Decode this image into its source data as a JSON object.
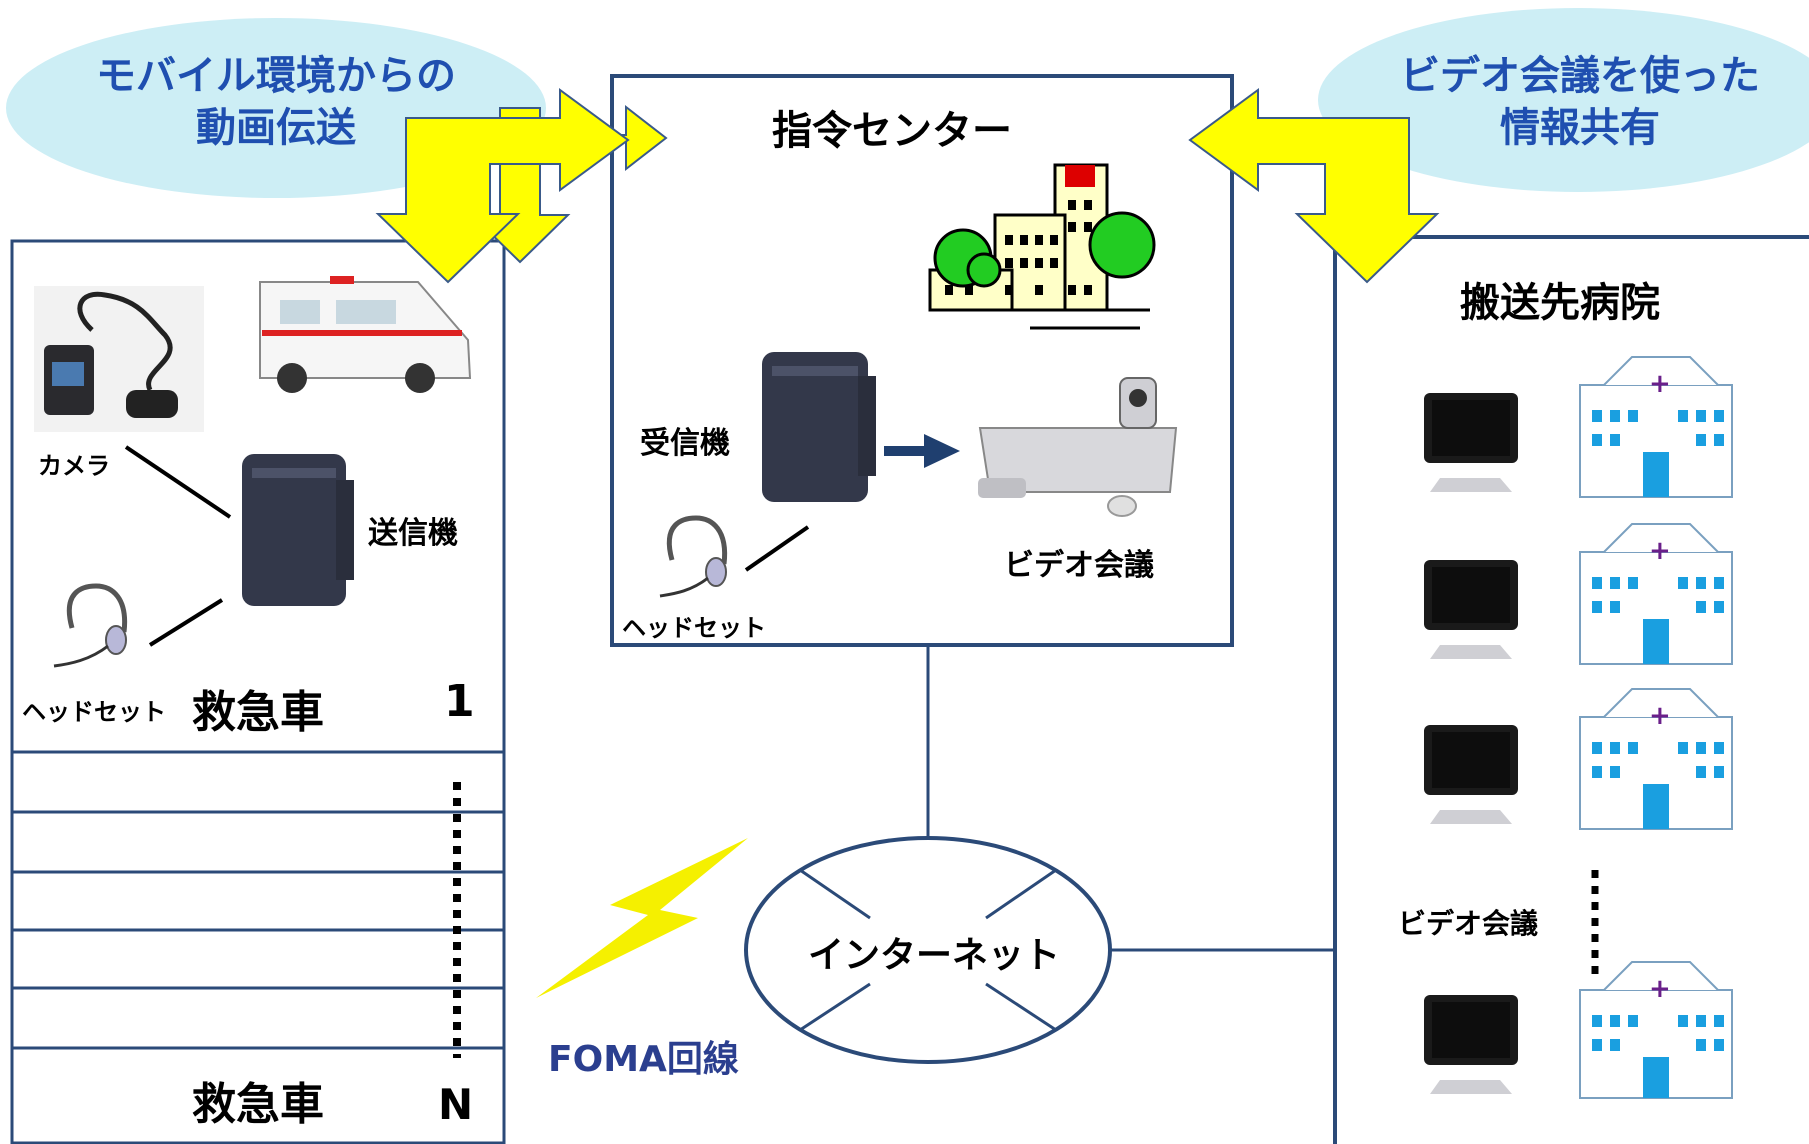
{
  "bubbles": {
    "left": [
      "モバイル環境からの",
      "動画伝送"
    ],
    "right": [
      "ビデオ会議を使った",
      "情報共有"
    ]
  },
  "command_center": {
    "title": "指令センター",
    "receiver_label": "受信機",
    "videoconf_label": "ビデオ会議",
    "headset_label": "ヘッドセット"
  },
  "ambulance": {
    "camera_label": "カメラ",
    "transmitter_label": "送信機",
    "headset_label": "ヘッドセット",
    "vehicle_label": "救急車",
    "first_index": "1",
    "last_label": "救急車",
    "last_index": "N"
  },
  "hospital": {
    "title": "搬送先病院",
    "videoconf_label": "ビデオ会議"
  },
  "network": {
    "internet_label": "インターネット",
    "foma_label": "FOMA回線"
  },
  "colors": {
    "frame": "#2b4a78",
    "bubble": "#cdeef5",
    "bubble_text": "#1f4fb0",
    "arrow_fill": "#ffff00",
    "arrow_stroke": "#3a5a8a",
    "foma_text": "#2b3f8f"
  }
}
